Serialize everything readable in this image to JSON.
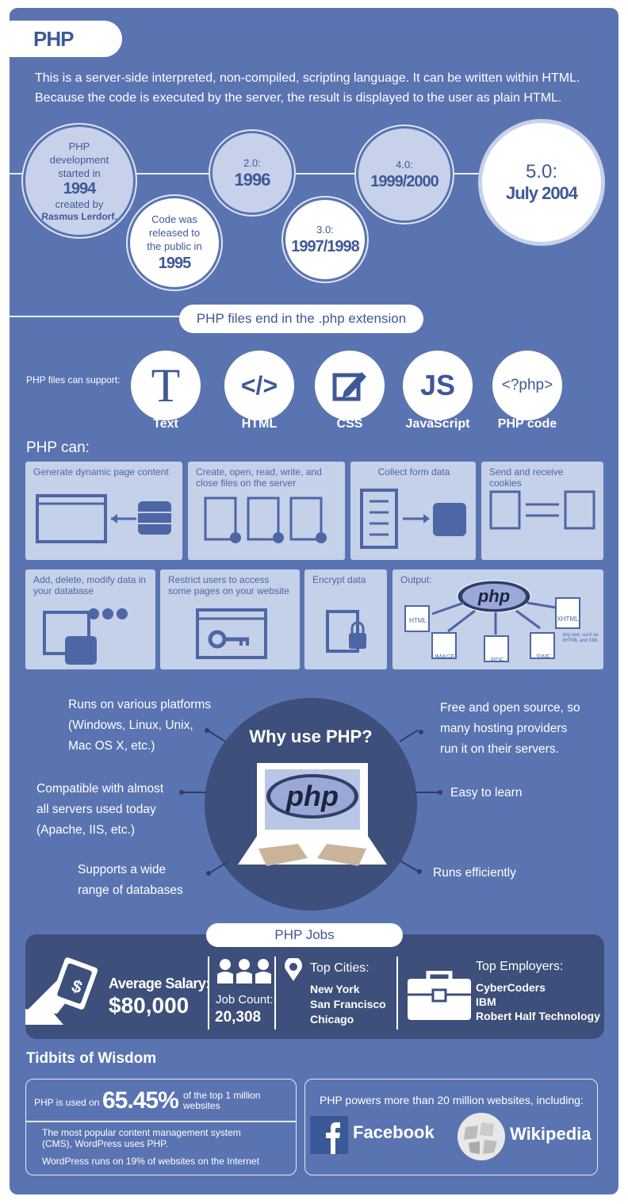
{
  "header": {
    "title": "PHP"
  },
  "intro": {
    "line1": "This is a server-side interpreted, non-compiled, scripting language. It can be written within HTML.",
    "line2": "Because the code is executed by the server, the result is displayed to the user as plain HTML."
  },
  "timeline": {
    "origin": {
      "l1": "PHP",
      "l2": "development",
      "l3": "started in",
      "year": "1994",
      "l4": "created by",
      "author": "Rasmus Lerdorf."
    },
    "release": {
      "l1": "Code was",
      "l2": "released to",
      "l3": "the public in",
      "year": "1995"
    },
    "v2": {
      "label": "2.0:",
      "year": "1996"
    },
    "v3": {
      "label": "3.0:",
      "year": "1997/1998"
    },
    "v4": {
      "label": "4.0:",
      "year": "1999/2000"
    },
    "v5": {
      "label": "5.0:",
      "year": "July 2004"
    }
  },
  "extension": {
    "pill": "PHP files end in the .php extension"
  },
  "support": {
    "label": "PHP files can support:",
    "items": [
      {
        "label": "Text",
        "icon": "text-icon",
        "glyph": "T"
      },
      {
        "label": "HTML",
        "icon": "html-icon",
        "glyph": "</>"
      },
      {
        "label": "CSS",
        "icon": "css-icon",
        "glyph": ""
      },
      {
        "label": "JavaScript",
        "icon": "javascript-icon",
        "glyph": "JS"
      },
      {
        "label": "PHP code",
        "icon": "php-code-icon",
        "glyph": "<?php>"
      }
    ]
  },
  "can": {
    "heading": "PHP can:",
    "items": [
      {
        "text": "Generate dynamic page content"
      },
      {
        "text": "Create, open, read, write, and close files on the server"
      },
      {
        "text": "Collect form data"
      },
      {
        "text": "Send and receive cookies"
      },
      {
        "text": "Add, delete, modify data in your database"
      },
      {
        "text": "Restrict users to access some pages on your website"
      },
      {
        "text": "Encrypt data"
      },
      {
        "text": "Output:"
      }
    ],
    "output": {
      "logo": "php",
      "formats": [
        "HTML",
        "IMAGE",
        "PDF",
        "SWF",
        "XHTML"
      ],
      "note": "Any text, such as XHTML and XML"
    }
  },
  "why": {
    "title": "Why use PHP?",
    "logo": "php",
    "left": [
      {
        "l1": "Runs on various platforms",
        "l2": "(Windows, Linux, Unix,",
        "l3": "Mac OS X, etc.)"
      },
      {
        "l1": "Compatible with almost",
        "l2": "all servers used today",
        "l3": "(Apache, IIS, etc.)"
      },
      {
        "l1": "Supports a wide",
        "l2": "range of databases"
      }
    ],
    "right": [
      {
        "l1": "Free and open source, so",
        "l2": "many hosting providers",
        "l3": "run it on their servers."
      },
      {
        "l1": "Easy to learn"
      },
      {
        "l1": "Runs efficiently"
      }
    ]
  },
  "jobs": {
    "pill": "PHP Jobs",
    "salary_label": "Average Salary:",
    "salary": "$80,000",
    "count_label": "Job Count:",
    "count": "20,308",
    "cities_label": "Top Cities:",
    "cities": [
      "New York",
      "San Francisco",
      "Chicago"
    ],
    "employers_label": "Top Employers:",
    "employers": [
      "CyberCoders",
      "IBM",
      "Robert Half Technology"
    ]
  },
  "tidbits": {
    "heading": "Tidbits of Wisdom",
    "used_pre": "PHP is used on",
    "used_pct": "65.45%",
    "used_post": "of the top 1 million websites",
    "cms": "The most popular content management system (CMS), WordPress uses PHP.",
    "wordpress": "WordPress runs on 19% of websites on the Internet",
    "powers": "PHP powers more than 20 million websites, including:",
    "facebook": "Facebook",
    "wikipedia": "Wikipedia"
  },
  "colors": {
    "panel": "#5a74b2",
    "dark": "#3d4f7a",
    "light": "#c5d0e9",
    "accent": "#3f5897"
  }
}
